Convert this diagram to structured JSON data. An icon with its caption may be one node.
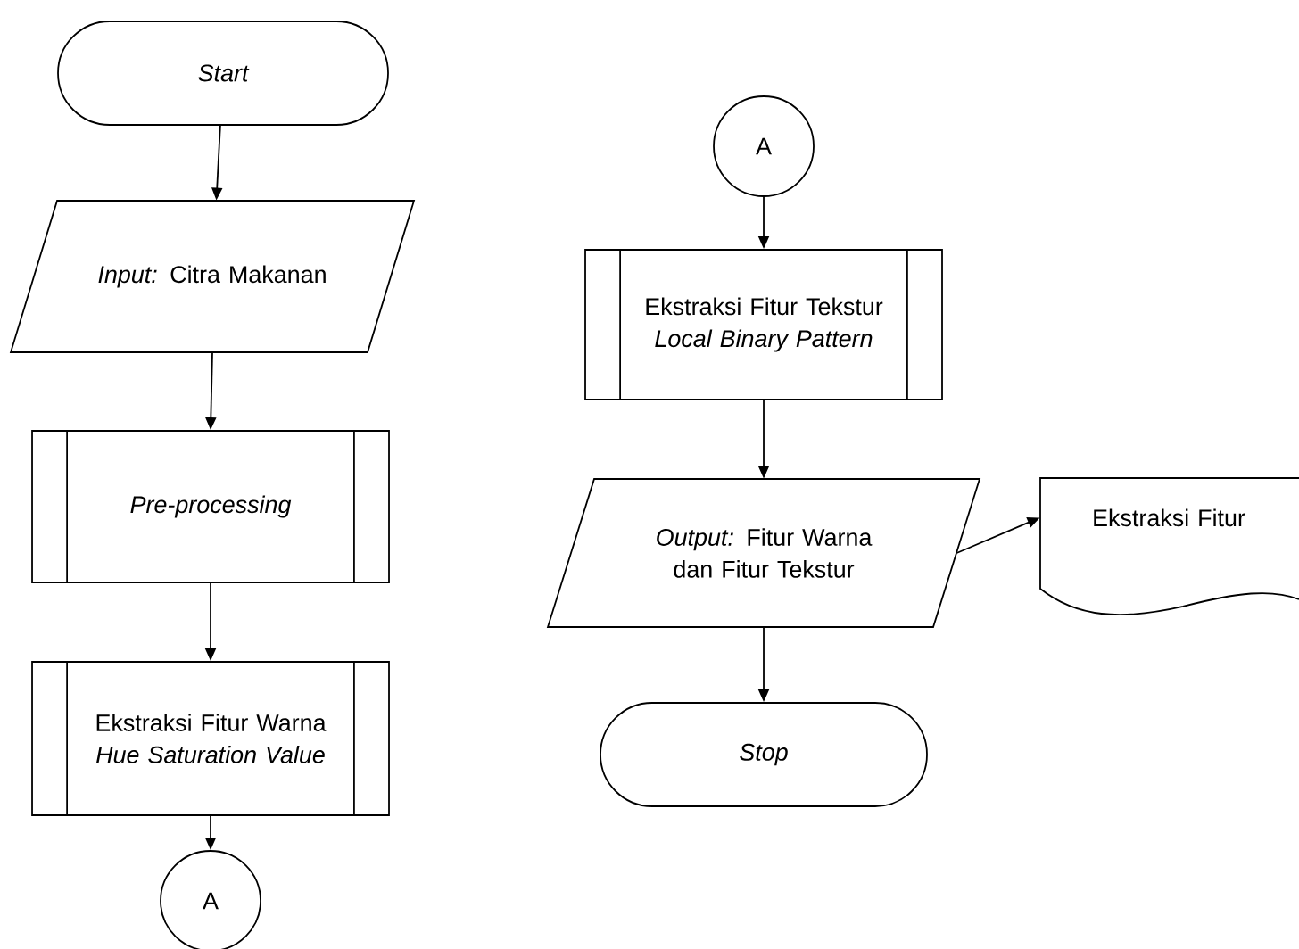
{
  "diagram": {
    "nodes": [
      {
        "text": [
          "Start"
        ]
      },
      {
        "text": [
          "*Input:* Citra Makanan"
        ]
      },
      {
        "text": [
          "Pre-processing"
        ]
      },
      {
        "text": [
          "Ekstraksi Fitur Warna *Hue Saturation Value*"
        ]
      },
      {
        "text": [
          "A"
        ]
      },
      {
        "text": [
          "A"
        ]
      },
      {
        "text": [
          "Ekstraksi Fitur Tekstur *Local Binary Pattern*"
        ]
      },
      {
        "text": [
          "*Output:* Fitur Warna dan Fitur Tekstur"
        ]
      },
      {
        "text": [
          "Ekstraksi Fitur"
        ]
      },
      {
        "text": [
          "Stop"
        ]
      }
    ],
    "edges": [
      {
        "from": 0,
        "to": 1,
        "arrow": "to"
      },
      {
        "from": 1,
        "to": 2,
        "arrow": "to"
      },
      {
        "from": 2,
        "to": 3,
        "arrow": "to"
      },
      {
        "from": 3,
        "to": 4,
        "arrow": "to"
      },
      {
        "from": 5,
        "to": 6,
        "arrow": "to"
      },
      {
        "from": 6,
        "to": 7,
        "arrow": "to"
      },
      {
        "from": 7,
        "to": 8,
        "arrow": "to"
      },
      {
        "from": 7,
        "to": 9,
        "arrow": "to"
      }
    ]
  }
}
